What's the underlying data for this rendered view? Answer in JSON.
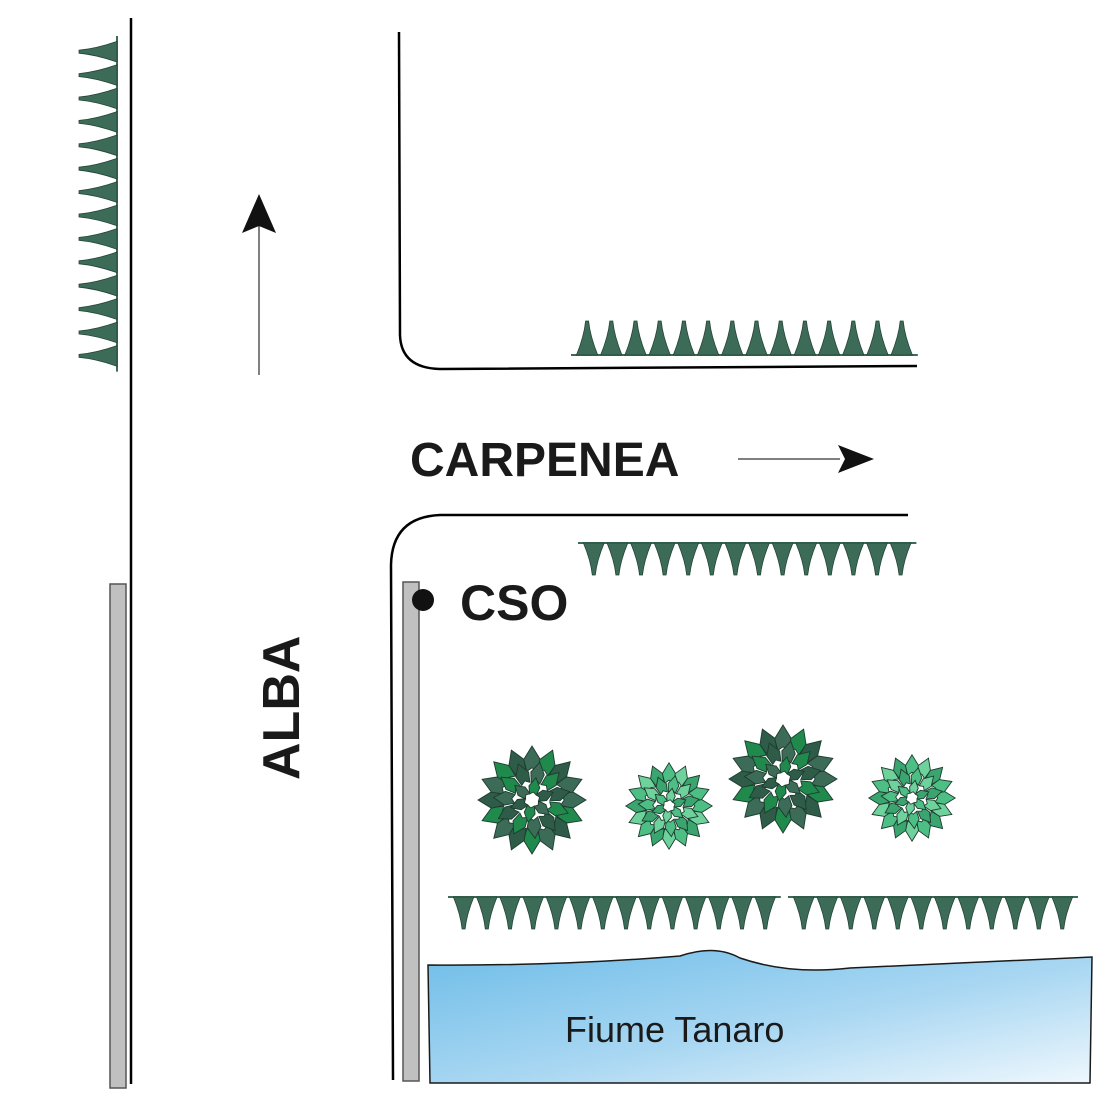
{
  "labels": {
    "road_east": "CARPENEA",
    "road_south": "ALBA",
    "cso": "CSO",
    "river": "Fiume Tanaro"
  },
  "colors": {
    "road_line": "#000000",
    "wall_fill": "#c0c0c0",
    "wall_stroke": "#555555",
    "hedge_dark": "#3c6b57",
    "hedge_green": "#1f8a4c",
    "tree_light": "#4dbf84",
    "river_top": "#7dc3ea",
    "river_bottom": "#e8f4fc"
  },
  "icons": {
    "direction_north": "arrow-up-icon",
    "direction_east": "arrow-right-icon",
    "cso_point": "dot-marker-icon",
    "hedge": "hedge-icon",
    "tree": "tree-canopy-icon"
  }
}
